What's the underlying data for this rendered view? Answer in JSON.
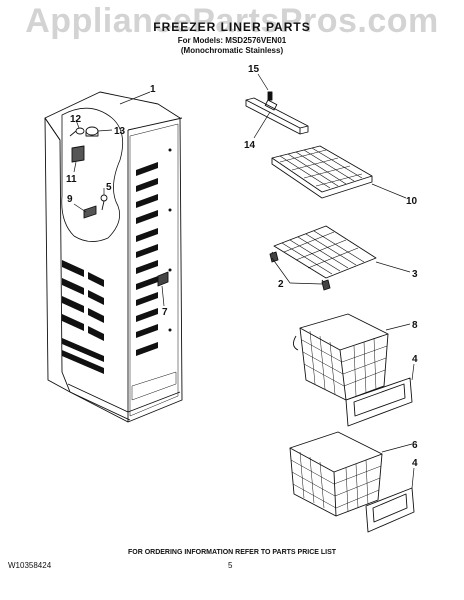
{
  "watermark": "AppliancePartsPros.com",
  "header": {
    "title": "FREEZER LINER PARTS",
    "models_line": "For Models: MSD2576VEN01",
    "finish_line": "(Monochromatic Stainless)"
  },
  "callouts": {
    "c1": "1",
    "c2": "2",
    "c3": "3",
    "c4a": "4",
    "c4b": "4",
    "c5": "5",
    "c6": "6",
    "c7": "7",
    "c8": "8",
    "c9": "9",
    "c10": "10",
    "c11": "11",
    "c12": "12",
    "c13": "13",
    "c14": "14",
    "c15": "15"
  },
  "footer": {
    "ordering_note": "FOR ORDERING INFORMATION REFER TO PARTS PRICE LIST",
    "doc_number": "W10358424",
    "page_number": "5"
  }
}
